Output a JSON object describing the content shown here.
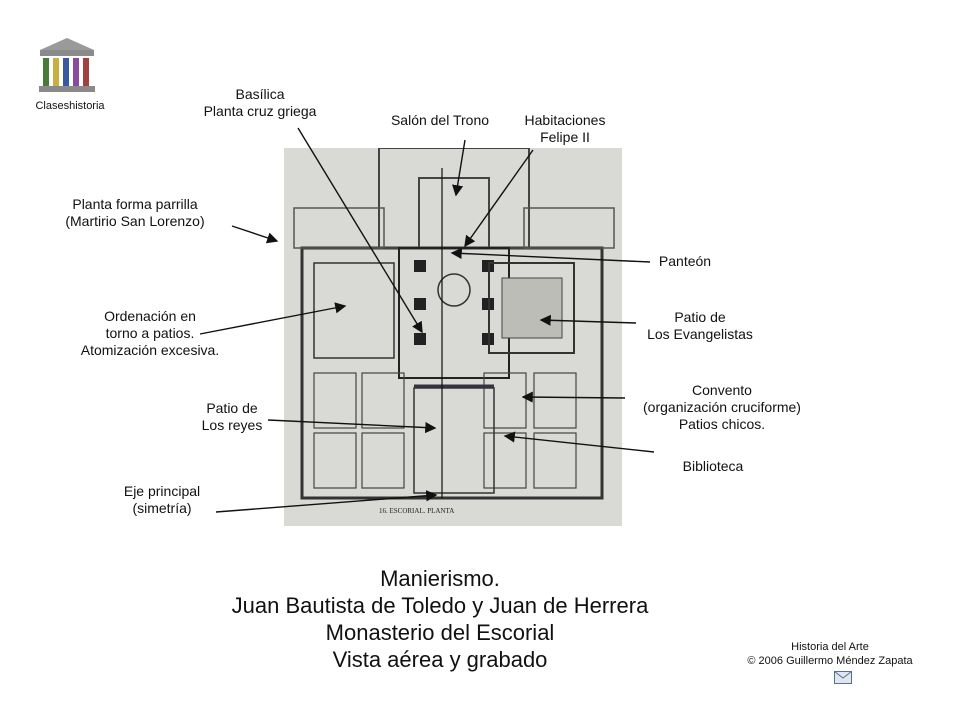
{
  "logo": {
    "caption": "Claseshistoria",
    "icon": "greek-temple-icon"
  },
  "labels": {
    "basilica": "Basílica\nPlanta cruz griega",
    "salon_trono": "Salón del Trono",
    "habitaciones": "Habitaciones\nFelipe II",
    "planta_parrilla": "Planta forma parrilla\n(Martirio San Lorenzo)",
    "panteon": "Panteón",
    "ordenacion": "Ordenación en\ntorno a patios.\nAtomización excesiva.",
    "patio_evangelistas": "Patio de\nLos Evangelistas",
    "convento": "Convento\n(organización cruciforme)\nPatios chicos.",
    "patio_reyes": "Patio de\nLos reyes",
    "biblioteca": "Biblioteca",
    "eje_principal": "Eje principal\n(simetría)"
  },
  "plan_caption": "16. ESCORIAL. PLANTA",
  "title_lines": [
    "Manierismo.",
    "Juan Bautista de Toledo y Juan de Herrera",
    "Monasterio del Escorial",
    "Vista aérea y grabado"
  ],
  "footer": {
    "line1": "Historia del Arte",
    "line2": "© 2006 Guillermo Méndez Zapata",
    "mail_icon": "envelope-icon"
  }
}
